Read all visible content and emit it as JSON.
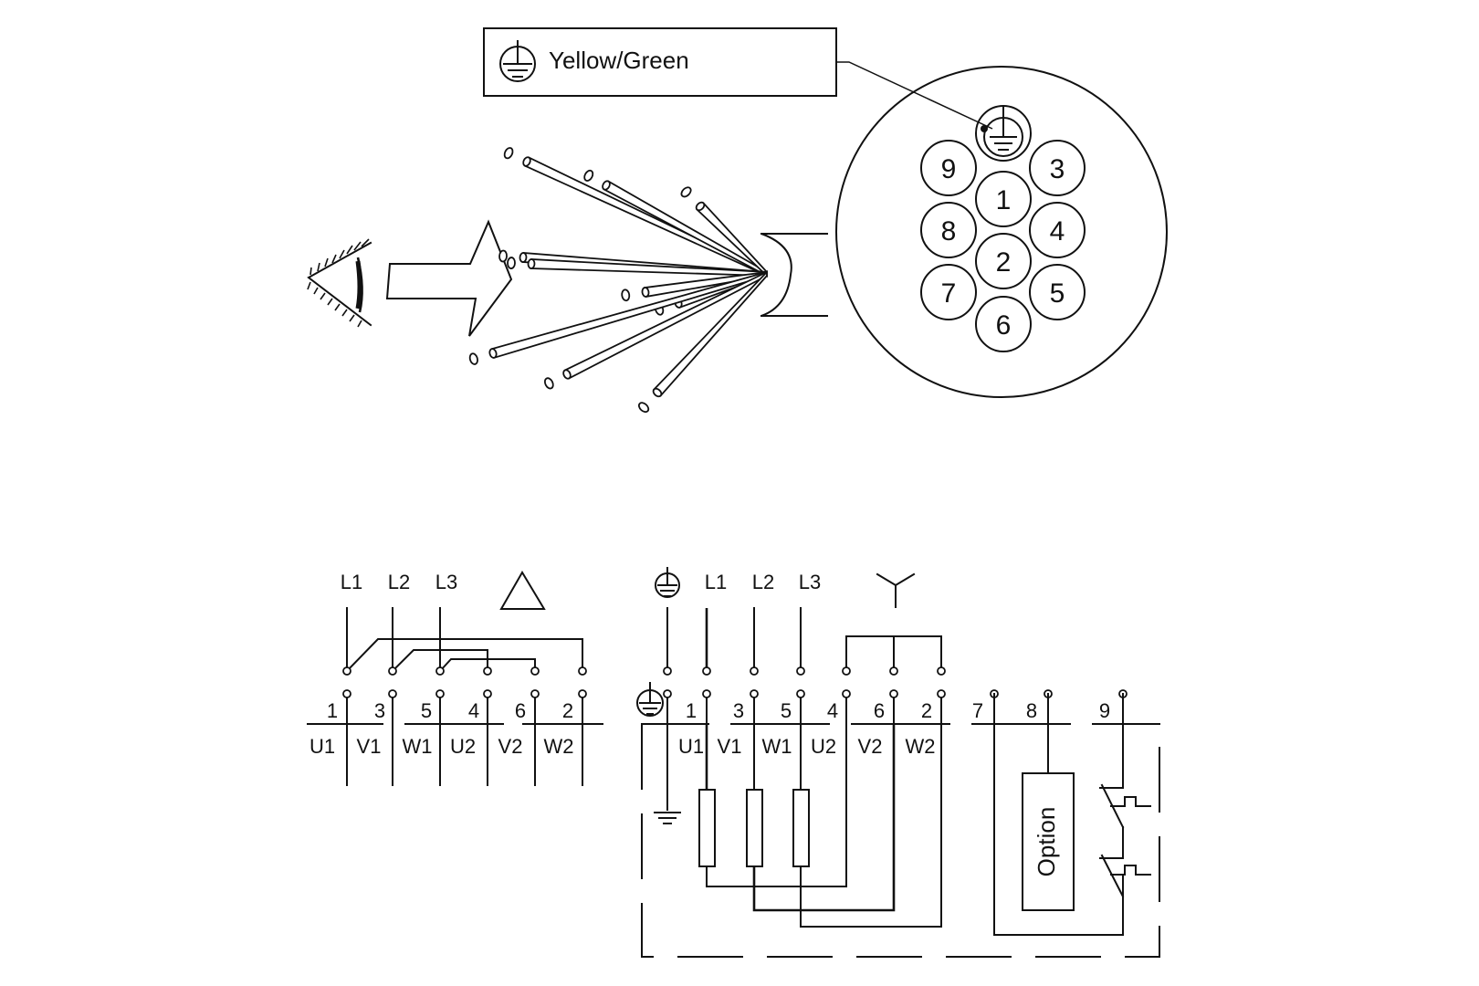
{
  "legend": {
    "symbol": "protective-earth",
    "label": "Yellow/Green"
  },
  "connector_face": {
    "pins": [
      "PE",
      "1",
      "2",
      "3",
      "4",
      "5",
      "6",
      "7",
      "8",
      "9"
    ],
    "pin_layout": {
      "top": "PE",
      "left_column": [
        "9",
        "8",
        "7"
      ],
      "center_column": [
        "1",
        "2",
        "6"
      ],
      "right_column": [
        "3",
        "4",
        "5"
      ]
    }
  },
  "cable_view": {
    "viewer_symbol": "eye",
    "direction": "arrow-right",
    "wire_count": 10
  },
  "delta_diagram": {
    "symbol": "triangle",
    "supply": [
      "L1",
      "L2",
      "L3"
    ],
    "terminals": [
      {
        "num": "1",
        "winding": "U1"
      },
      {
        "num": "3",
        "winding": "V1"
      },
      {
        "num": "5",
        "winding": "W1"
      },
      {
        "num": "4",
        "winding": "U2"
      },
      {
        "num": "6",
        "winding": "V2"
      },
      {
        "num": "2",
        "winding": "W2"
      }
    ]
  },
  "star_diagram": {
    "symbol": "star",
    "earth_symbol": "protective-earth",
    "supply": [
      "L1",
      "L2",
      "L3"
    ],
    "terminals": [
      {
        "num": "1",
        "winding": "U1"
      },
      {
        "num": "3",
        "winding": "V1"
      },
      {
        "num": "5",
        "winding": "W1"
      },
      {
        "num": "4",
        "winding": "U2"
      },
      {
        "num": "6",
        "winding": "V2"
      },
      {
        "num": "2",
        "winding": "W2"
      }
    ],
    "aux_terminals": [
      "7",
      "8",
      "9"
    ],
    "option_label": "Option"
  }
}
